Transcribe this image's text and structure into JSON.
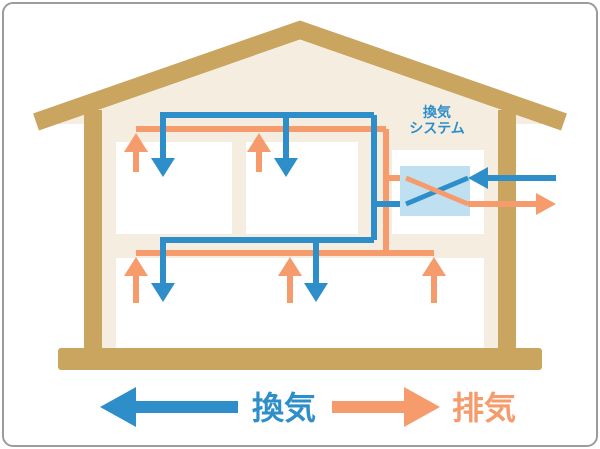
{
  "colors": {
    "intake_blue": "#2e8ec9",
    "exhaust_orange": "#f59b6c",
    "house_tan": "#c9a55f",
    "interior_cream": "#f5eee0",
    "unit_fill": "#bfe0f1",
    "room_white": "#ffffff",
    "border_gray": "#9c9c9c"
  },
  "diagram": {
    "system_label_line1": "換気",
    "system_label_line2": "システム"
  },
  "legend": {
    "intake_label": "換気",
    "exhaust_label": "排気"
  }
}
